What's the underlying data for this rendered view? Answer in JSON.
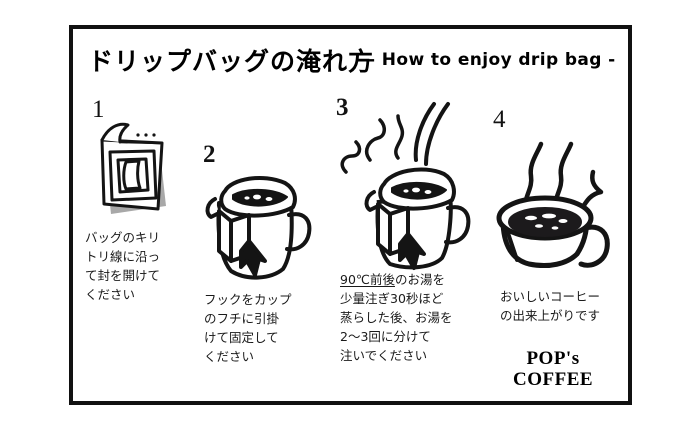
{
  "poster": {
    "title": "ドリップバッグの淹れ方",
    "subtitle": "- How to enjoy drip bag -",
    "brand_line1": "POP's",
    "brand_line2": "COFFEE",
    "border_color": "#111111",
    "ink_color": "#000000",
    "shadow_color": "#a8a8a8",
    "background": "#ffffff"
  },
  "steps": [
    {
      "number": "1",
      "caption": "バッグのキリ\nトリ線に沿っ\nて封を開けて\nください",
      "art": "drip-bag-package"
    },
    {
      "number": "2",
      "caption": "フックをカップ\nのフチに引掛\nけて固定して\nください",
      "art": "cup-with-hooked-bag"
    },
    {
      "number": "3",
      "caption_underlined": "90℃前後",
      "caption_rest": "のお湯を\n少量注ぎ30秒ほど\n蒸らした後、お湯を\n2～3回に分けて\n注いでください",
      "art": "pouring-hot-water"
    },
    {
      "number": "4",
      "caption": "おいしいコーヒー\nの出来上がりです",
      "art": "finished-coffee-cup"
    }
  ]
}
